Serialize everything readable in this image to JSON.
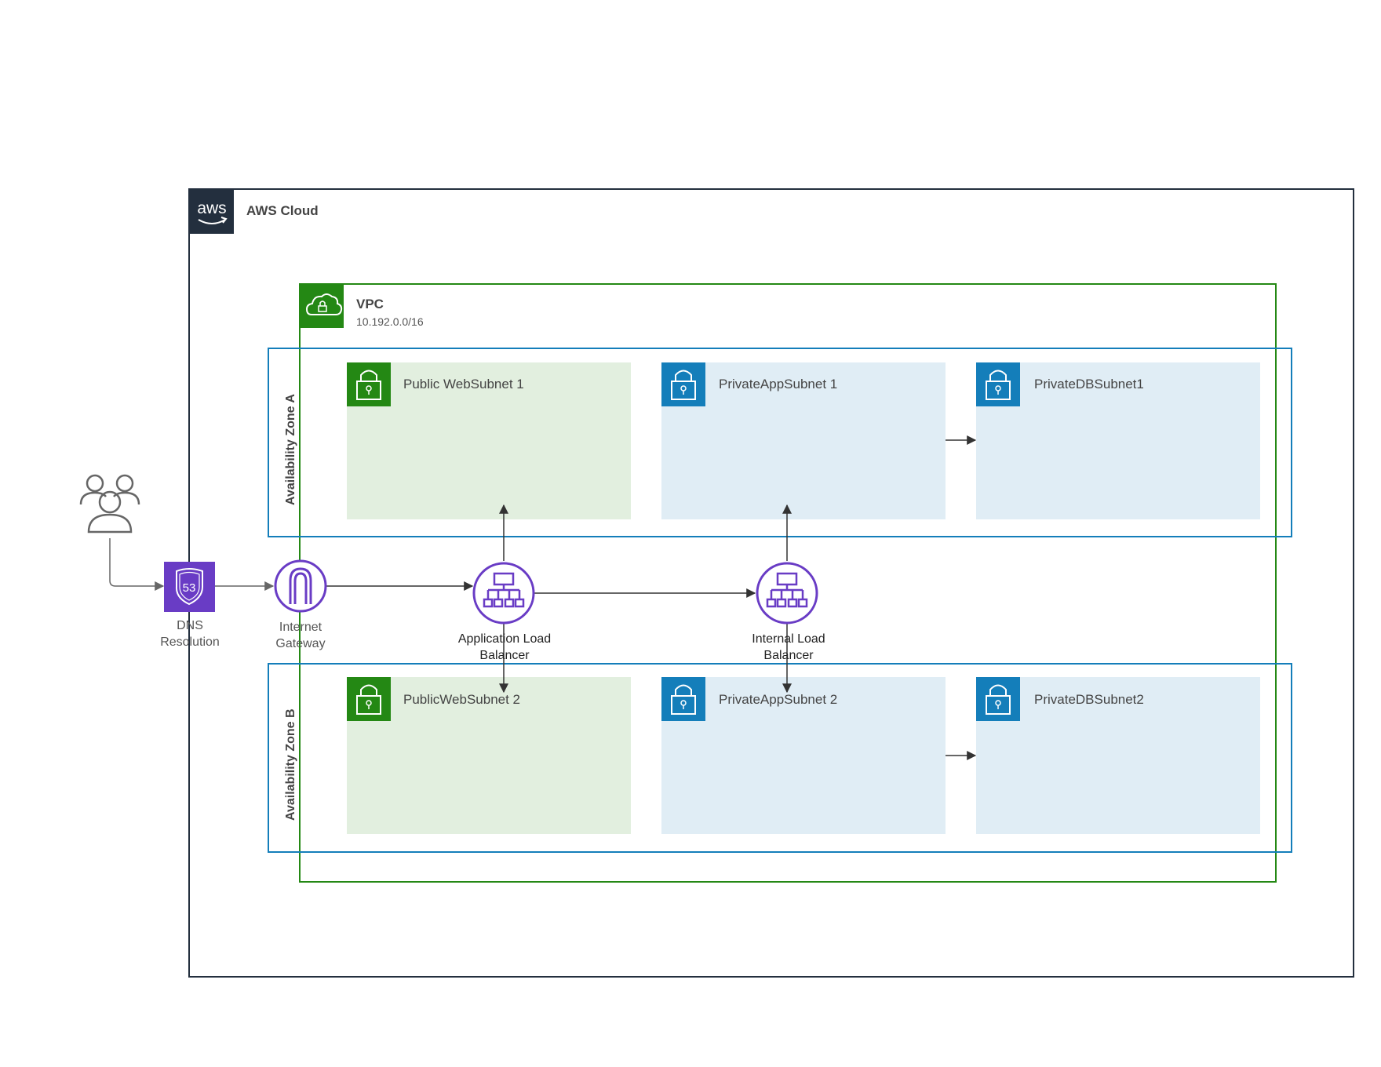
{
  "aws_cloud": {
    "title": "AWS Cloud",
    "logo": "aws-logo",
    "color": "#232F3E"
  },
  "vpc": {
    "title": "VPC",
    "cidr": "10.192.0.0/16",
    "color": "#248814",
    "icon": "vpc-cloud-lock-icon"
  },
  "availability_zones": [
    {
      "label": "Availability Zone A",
      "color": "#147EBA"
    },
    {
      "label": "Availability Zone B",
      "color": "#147EBA"
    }
  ],
  "subnets": {
    "public_web_1": {
      "title": "Public WebSubnet 1",
      "type": "public"
    },
    "private_app_1": {
      "title": "PrivateAppSubnet 1",
      "type": "private"
    },
    "private_db_1": {
      "title": "PrivateDBSubnet1",
      "type": "private"
    },
    "public_web_2": {
      "title": "PublicWebSubnet 2",
      "type": "public"
    },
    "private_app_2": {
      "title": "PrivateAppSubnet 2",
      "type": "private"
    },
    "private_db_2": {
      "title": "PrivateDBSubnet2",
      "type": "private"
    }
  },
  "nodes": {
    "users": {
      "icon": "users-icon"
    },
    "dns": {
      "label_line1": "DNS",
      "label_line2": "Resolution",
      "badge": "53",
      "icon": "route53-shield-icon",
      "color": "#693CC5"
    },
    "igw": {
      "label_line1": "Internet",
      "label_line2": "Gateway",
      "icon": "internet-gateway-icon",
      "color": "#693CC5"
    },
    "alb": {
      "label_line1": "Application Load",
      "label_line2": "Balancer",
      "icon": "load-balancer-icon",
      "color": "#693CC5"
    },
    "ilb": {
      "label_line1": "Internal Load",
      "label_line2": "Balancer",
      "icon": "load-balancer-icon",
      "color": "#693CC5"
    }
  },
  "colors": {
    "public_header": "#248814",
    "public_fill": "#E2EFDF",
    "private_header": "#147EBA",
    "private_fill": "#E0EDF5",
    "connector": "#333333"
  }
}
